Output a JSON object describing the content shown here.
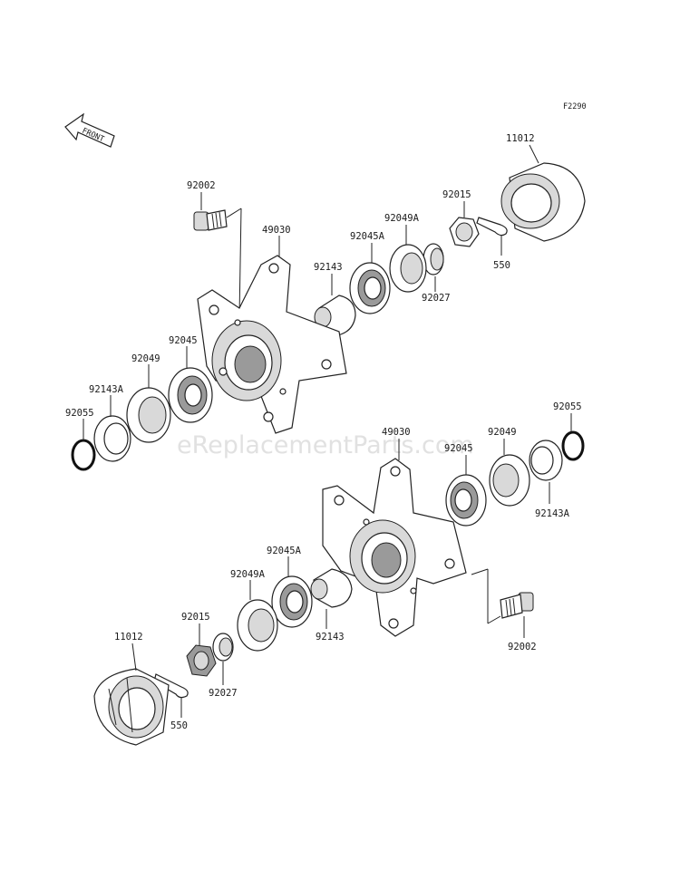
{
  "diagram": {
    "code": "F2290",
    "front_label": "FRONT",
    "watermark": "eReplacementParts.com",
    "labels": {
      "p11012_a": "11012",
      "p92002_a": "92002",
      "p49030_a": "49030",
      "p92015_a": "92015",
      "p92049A_a": "92049A",
      "p92045A_a": "92045A",
      "p92143_a": "92143",
      "p550_a": "550",
      "p92027_a": "92027",
      "p92045_a": "92045",
      "p92049_a": "92049",
      "p92143A_a": "92143A",
      "p92055_a": "92055",
      "p92055_b": "92055",
      "p49030_b": "49030",
      "p92045_b": "92045",
      "p92049_b": "92049",
      "p92143A_b": "92143A",
      "p92045A_b": "92045A",
      "p92049A_b": "92049A",
      "p92015_b": "92015",
      "p11012_b": "11012",
      "p92143_b": "92143",
      "p92002_b": "92002",
      "p92027_b": "92027",
      "p550_b": "550"
    }
  }
}
